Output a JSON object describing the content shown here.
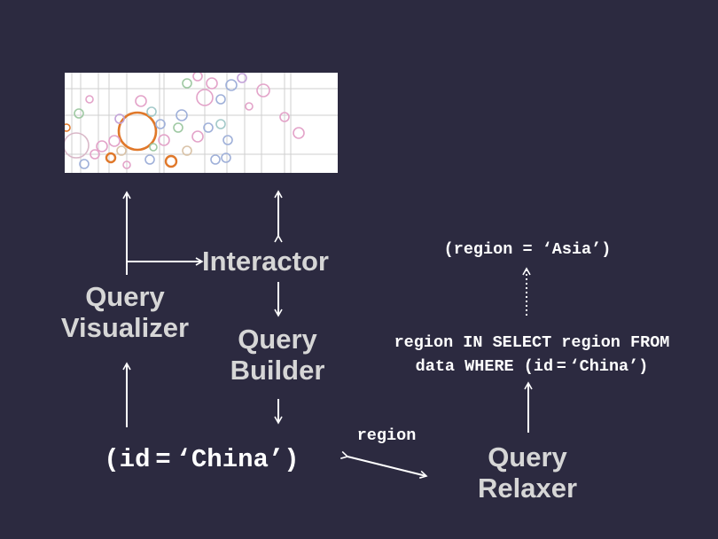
{
  "nodes": {
    "interactor": "Interactor",
    "query_visualizer": [
      "Query",
      "Visualizer"
    ],
    "query_builder": [
      "Query",
      "Builder"
    ],
    "query_relaxer": [
      "Query",
      "Relaxer"
    ]
  },
  "expressions": {
    "china_predicate": "(id = ‘China’)",
    "relaxed_query": [
      "region IN SELECT region FROM",
      "data WHERE (id = ‘China’)"
    ],
    "asia_predicate": "(region = ‘Asia’)"
  },
  "edge_labels": {
    "region": "region"
  },
  "colors": {
    "background": "#2c2a40",
    "label_text": "#d6d6d6",
    "code_text": "#ffffff",
    "arrow": "#ffffff",
    "highlight_circle": "#e0782a"
  }
}
